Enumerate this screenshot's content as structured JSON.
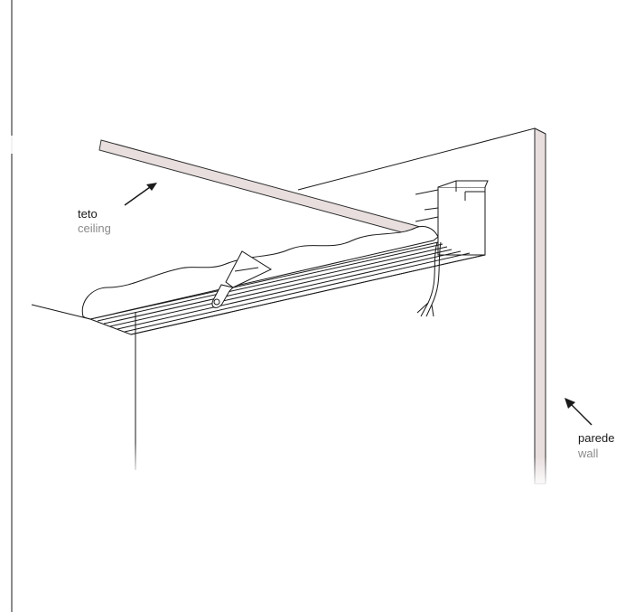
{
  "labels": {
    "ceiling": {
      "pt": "teto",
      "en": "ceiling"
    },
    "wall": {
      "pt": "parede",
      "en": "wall"
    }
  },
  "colors": {
    "line": "#1a1a1a",
    "beam_fill": "#e8dede",
    "beam_stroke": "#2a2a2a",
    "label_primary": "#1a1a1a",
    "label_secondary": "#8a8a8a"
  },
  "icons": [
    "arrow-icon",
    "spatula-tool-icon",
    "wire-bundle-icon"
  ]
}
